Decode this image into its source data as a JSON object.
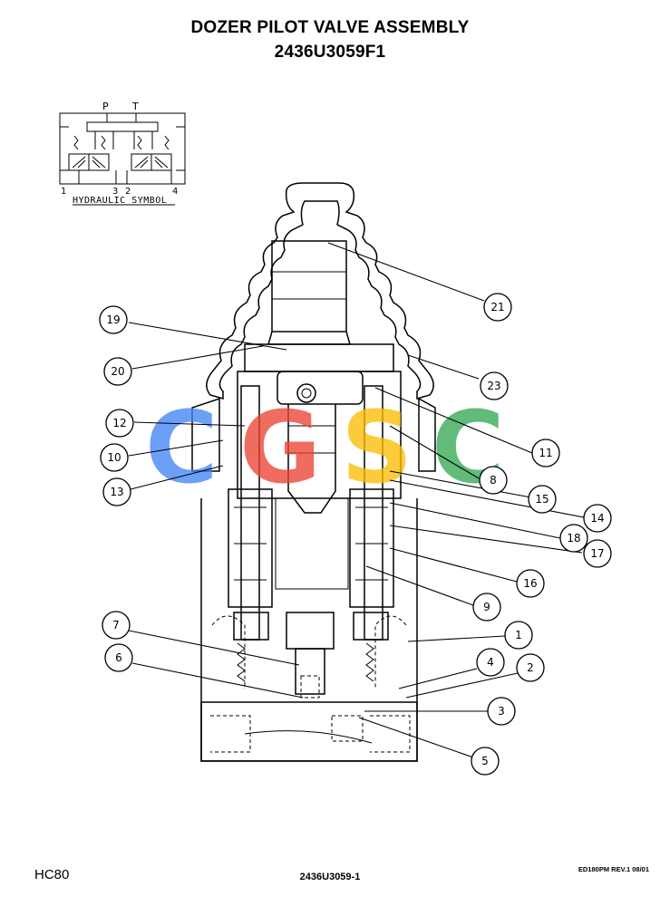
{
  "title": "DOZER PILOT VALVE ASSEMBLY",
  "part_number": "2436U3059F1",
  "symbol": {
    "caption": "HYDRAULIC SYMBOL",
    "port_p": "P",
    "port_t": "T",
    "port_1": "1",
    "port_2": "2",
    "port_3": "3",
    "port_4": "4"
  },
  "watermark": {
    "letters": [
      "C",
      "G",
      "S",
      "C"
    ],
    "colors": [
      "#4285F4",
      "#EA4335",
      "#FBBC05",
      "#34A853"
    ]
  },
  "callouts": [
    "1",
    "2",
    "3",
    "4",
    "5",
    "6",
    "7",
    "8",
    "9",
    "10",
    "11",
    "12",
    "13",
    "14",
    "15",
    "16",
    "17",
    "18",
    "19",
    "20",
    "21",
    "23"
  ],
  "footer": {
    "model": "HC80",
    "drawing": "2436U3059-1",
    "revision": "ED180PM REV.1 08/01"
  }
}
